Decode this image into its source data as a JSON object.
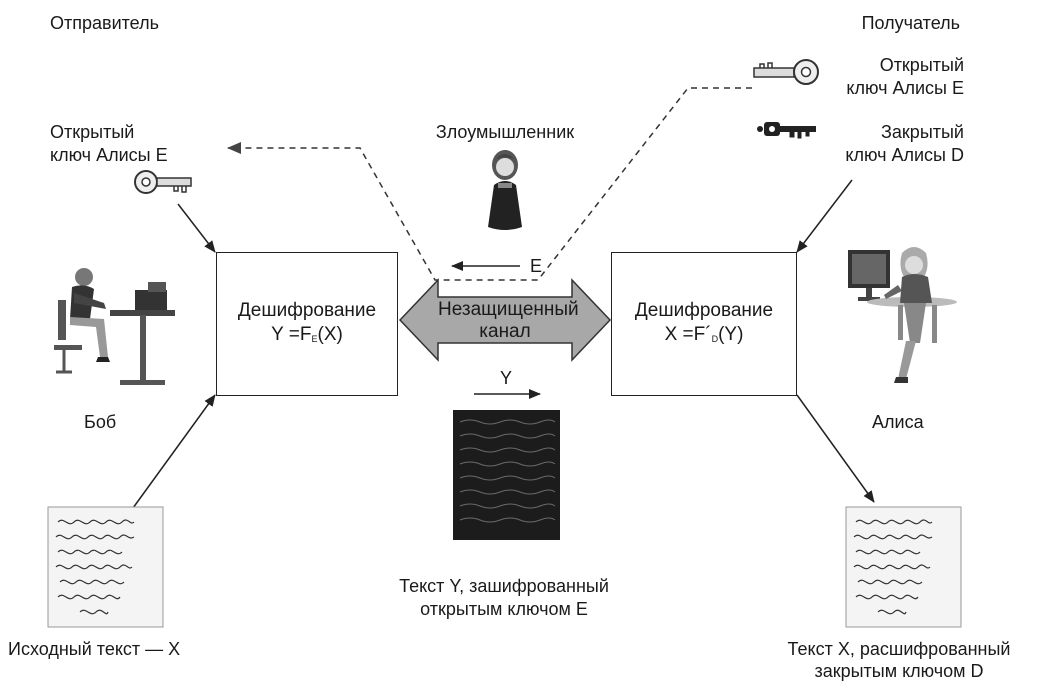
{
  "labels": {
    "sender": "Отправитель",
    "receiver": "Получатель",
    "public_key_left": [
      "Открытый",
      "ключ Алисы E"
    ],
    "public_key_right": [
      "Открытый",
      "ключ Алисы E"
    ],
    "private_key_right": [
      "Закрытый",
      "ключ Алисы D"
    ],
    "attacker": "Злоумышленник",
    "bob": "Боб",
    "alice": "Алиса",
    "channel": [
      "Незащищенный",
      "канал"
    ],
    "arrow_e": "E",
    "arrow_y": "Y",
    "cipher_caption": [
      "Текст Y, зашифрованный",
      "открытым ключом E"
    ],
    "source_caption": "Исходный текст — X",
    "decrypted_caption": [
      "Текст X, расшифрованный",
      "закрытым ключом D"
    ]
  },
  "left_box": {
    "title": "Дешифрование",
    "formula": {
      "prefix": "Y =F",
      "sub": "E",
      "suffix": "(X)"
    }
  },
  "right_box": {
    "title": "Дешифрование",
    "formula": {
      "prefix": "X =F´",
      "sub": "D",
      "suffix": "(Y)"
    }
  },
  "colors": {
    "line": "#222222",
    "channel_fill": "#a8a8a8",
    "cipher_fill": "#1c1c1c",
    "paper": "#f4f4f4"
  }
}
